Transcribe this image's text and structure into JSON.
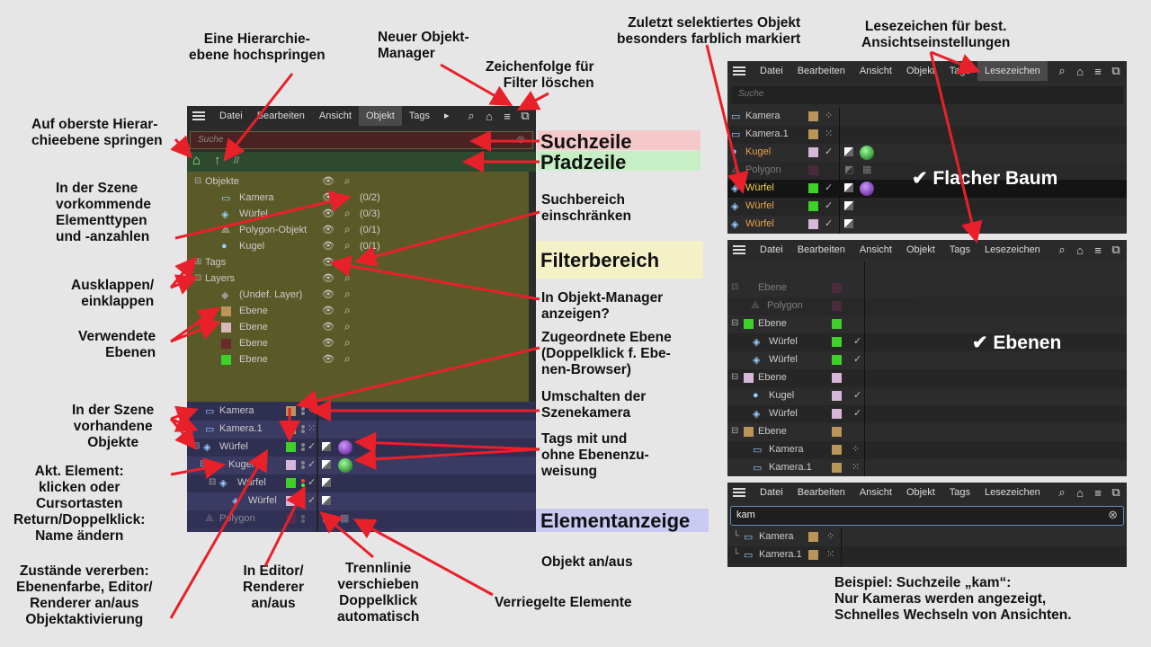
{
  "annotations": {
    "hierarchy_up": "Eine Hierarchie-\nebene hochspringen",
    "new_manager": "Neuer Objekt-\nManager",
    "clear_filter": "Zeichenfolge für\nFilter löschen",
    "top_level": "Auf oberste Hierar-\nchieebene springen",
    "element_types": "In der Szene\nvorkommende\nElementtypen\nund -anzahlen",
    "limit_search": "Suchbereich\neinschränken",
    "expand": "Ausklappen/\neinklappen",
    "show_in_manager": "In Objekt-Manager\nanzeigen?",
    "used_layers": "Verwendete\nEbenen",
    "assigned_layer": "Zugeordnete Ebene\n(Doppelklick f. Ebe-\nnen-Browser)",
    "scene_objects": "In der Szene\nvorhandene\nObjekte",
    "toggle_camera": "Umschalten der\nSzenekamera",
    "tags_layer": "Tags mit und\nohne Ebenenzu-\nweisung",
    "active_element": "Akt. Element:\nklicken oder\nCursortasten\nReturn/Doppelklick:\nName ändern",
    "object_onoff": "Objekt an/aus",
    "inherit": "Zustände vererben:\nEbenenfarbe, Editor/\nRenderer an/aus\nObjektaktivierung",
    "editor_renderer": "In Editor/\nRenderer\nan/aus",
    "divider": "Trennlinie\nverschieben\nDoppelklick\nautomatisch",
    "locked": "Verriegelte Elemente",
    "last_selected": "Zuletzt selektiertes Objekt\nbesonders farblich markiert",
    "bookmarks": "Lesezeichen für best.\nAnsichtseinstellungen",
    "example": "Beispiel: Suchzeile „kam“:\nNur Kameras werden angezeigt,\nSchnelles Wechseln von Ansichten."
  },
  "bands": {
    "search": "Suchzeile",
    "path": "Pfadzeile",
    "filter": "Filterbereich",
    "elements": "Elementanzeige",
    "flat": "✔ Flacher Baum",
    "layers": "✔ Ebenen"
  },
  "main_panel": {
    "menu": [
      "Datei",
      "Bearbeiten",
      "Ansicht",
      "Objekt",
      "Tags"
    ],
    "more": "▸",
    "search_placeholder": "Suche",
    "path_text": "//",
    "filter": {
      "objects_label": "Objekte",
      "types": [
        {
          "name": "Kamera",
          "count": "(0/2)"
        },
        {
          "name": "Würfel",
          "count": "(0/3)"
        },
        {
          "name": "Polygon-Objekt",
          "count": "(0/1)"
        },
        {
          "name": "Kugel",
          "count": "(0/1)"
        }
      ],
      "tags_label": "Tags",
      "layers_label": "Layers",
      "layers": [
        "(Undef. Layer)",
        "Ebene",
        "Ebene",
        "Ebene",
        "Ebene"
      ]
    },
    "elements": [
      "Kamera",
      "Kamera.1",
      "Würfel",
      "Kugel",
      "Würfel",
      "Würfel",
      "Polygon"
    ]
  },
  "panel_flat": {
    "menu": [
      "Datei",
      "Bearbeiten",
      "Ansicht",
      "Objekt",
      "Tags",
      "Lesezeichen"
    ],
    "search_placeholder": "Suche",
    "rows": [
      "Kamera",
      "Kamera.1",
      "Kugel",
      "Polygon",
      "Würfel",
      "Würfel",
      "Würfel"
    ]
  },
  "panel_layers": {
    "menu": [
      "Datei",
      "Bearbeiten",
      "Ansicht",
      "Objekt",
      "Tags",
      "Lesezeichen"
    ],
    "rows": [
      "Ebene",
      "Polygon",
      "Ebene",
      "Würfel",
      "Würfel",
      "Ebene",
      "Kugel",
      "Würfel",
      "Ebene",
      "Kamera",
      "Kamera.1"
    ]
  },
  "panel_search": {
    "menu": [
      "Datei",
      "Bearbeiten",
      "Ansicht",
      "Objekt",
      "Tags",
      "Lesezeichen"
    ],
    "search_value": "kam",
    "rows": [
      "Kamera",
      "Kamera.1"
    ]
  },
  "colors": {
    "arrow": "#e8202a",
    "search_band": "#f5c9c9",
    "path_band": "#c6efc6",
    "filter_band": "#f4f1c6",
    "element_band": "#c9c9f2",
    "filter_bg": "#5a5a28",
    "element_bg": "#34345a"
  }
}
